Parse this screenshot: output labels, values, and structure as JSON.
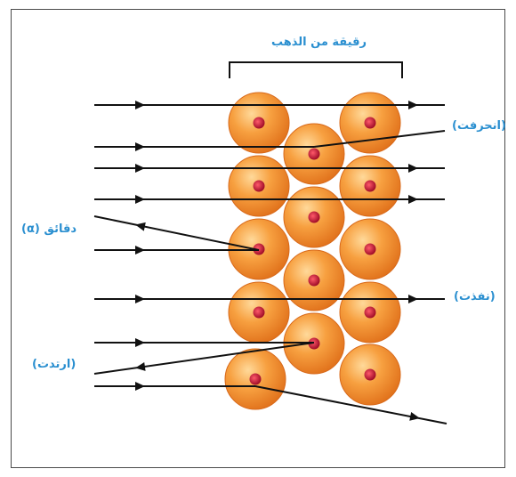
{
  "labels": {
    "foil": "رقيقة من الذهب",
    "deflected": "(انحرفت)",
    "alpha": "دقائق (α)",
    "passed": "(نفذت)",
    "reflected": "(ارتدت)"
  },
  "colors": {
    "label": "#2a8fd0",
    "atom_outer": "#f08a2a",
    "atom_inner": "#ffcf8a",
    "nucleus": "#c01838",
    "line": "#111111",
    "frame": "#4a4a4a"
  },
  "icons": {
    "atom": "orange-sphere-with-red-nucleus",
    "arrow": "filled-triangle-arrowhead"
  }
}
